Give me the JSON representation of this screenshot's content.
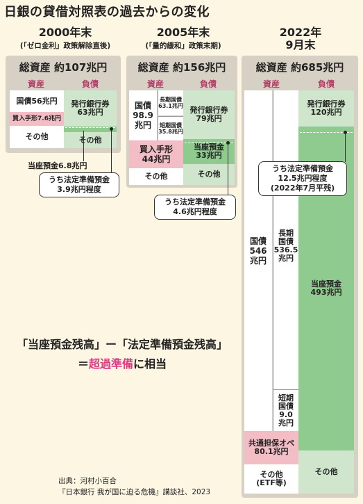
{
  "title": "日銀の貸借対照表の過去からの変化",
  "colors": {
    "background": "#fcf6e2",
    "panel": "#d6d1c4",
    "asset_pink": "#f3bdc5",
    "liability_light": "#cfe6cd",
    "current_deposit": "#8fcb8f",
    "accent": "#e03a82"
  },
  "headers": {
    "assets": "資産",
    "liabilities": "負債"
  },
  "chart_data": [
    {
      "type": "table",
      "year": "2000年末",
      "note": "(「ゼロ金利」政策解除直後)",
      "total": "総資産 約107兆円",
      "assets": [
        {
          "label": "国債56兆円",
          "value": 56
        },
        {
          "label": "買入手形7.6兆円",
          "value": 7.6
        },
        {
          "label": "その他",
          "value": null
        }
      ],
      "liabilities": [
        {
          "label": "発行銀行券\n63兆円",
          "value": 63
        },
        {
          "label": "当座預金6.8兆円",
          "value": 6.8
        },
        {
          "label": "その他",
          "value": null
        }
      ],
      "callout": "うち法定準備預金\n3.9兆円程度"
    },
    {
      "type": "table",
      "year": "2005年末",
      "note": "(「量的緩和」政策末期)",
      "total": "総資産 約156兆円",
      "assets": [
        {
          "label": "国債\n98.9\n兆円",
          "value": 98.9
        },
        {
          "label": "長期国債\n63.1兆円",
          "value": 63.1
        },
        {
          "label": "短期国債\n35.8兆円",
          "value": 35.8
        },
        {
          "label": "買入手形\n44兆円",
          "value": 44
        },
        {
          "label": "その他",
          "value": null
        }
      ],
      "liabilities": [
        {
          "label": "発行銀行券\n79兆円",
          "value": 79
        },
        {
          "label": "当座預金\n33兆円",
          "value": 33
        },
        {
          "label": "その他",
          "value": null
        }
      ],
      "callout": "うち法定準備預金\n4.6兆円程度"
    },
    {
      "type": "table",
      "year": "2022年\n9月末",
      "total": "総資産 約685兆円",
      "assets": [
        {
          "label": "国債\n546\n兆円",
          "value": 546
        },
        {
          "label": "長期\n国債\n536.5\n兆円",
          "value": 536.5
        },
        {
          "label": "短期\n国債\n9.0\n兆円",
          "value": 9.0
        },
        {
          "label": "共通担保オペ\n80.1兆円",
          "value": 80.1
        },
        {
          "label": "その他\n(ETF等)",
          "value": null
        }
      ],
      "liabilities": [
        {
          "label": "発行銀行券\n120兆円",
          "value": 120
        },
        {
          "label": "当座預金\n493兆円",
          "value": 493
        },
        {
          "label": "その他",
          "value": null
        }
      ],
      "callout": "うち法定準備預金\n12.5兆円程度\n(2022年7月平残)"
    }
  ],
  "formula": {
    "line1": "「当座預金残高」ー「法定準備預金残高」",
    "prefix": "＝",
    "highlight": "超過準備",
    "suffix": "に相当"
  },
  "source": {
    "line1": "出典：河村小百合",
    "line2": "『日本銀行 我が国に迫る危機』講談社、2023"
  }
}
